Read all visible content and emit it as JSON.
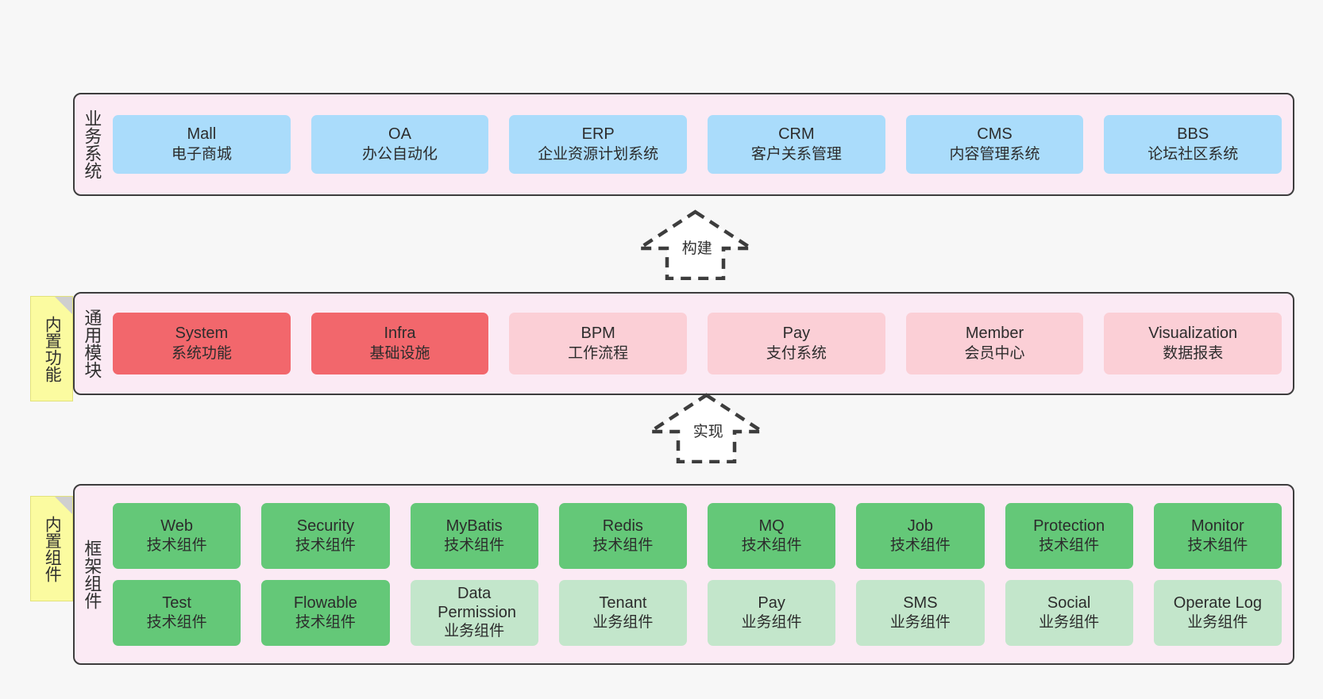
{
  "diagram": {
    "title": "",
    "colors": {
      "canvas_bg": "#f7f7f7",
      "layer_bg": "#fbeaf4",
      "layer_border": "#3d3d3d",
      "blue": "#aadcfb",
      "red": "#f2676c",
      "pink": "#fbcfd6",
      "green": "#64c878",
      "light_green": "#c3e6cb",
      "sticky_yellow": "#fbfba0",
      "sticky_fold": "#cfcfcf"
    }
  },
  "layers": [
    {
      "key": "business",
      "label": "业务系统",
      "sticky": null,
      "rows": [
        {
          "cards": [
            {
              "t1": "Mall",
              "t2": "电子商城",
              "style": "c-blue"
            },
            {
              "t1": "OA",
              "t2": "办公自动化",
              "style": "c-blue"
            },
            {
              "t1": "ERP",
              "t2": "企业资源计划系统",
              "style": "c-blue"
            },
            {
              "t1": "CRM",
              "t2": "客户关系管理",
              "style": "c-blue"
            },
            {
              "t1": "CMS",
              "t2": "内容管理系统",
              "style": "c-blue"
            },
            {
              "t1": "BBS",
              "t2": "论坛社区系统",
              "style": "c-blue"
            }
          ]
        }
      ]
    },
    {
      "key": "common",
      "label": "通用模块",
      "sticky": "内置功能",
      "rows": [
        {
          "cards": [
            {
              "t1": "System",
              "t2": "系统功能",
              "style": "c-red"
            },
            {
              "t1": "Infra",
              "t2": "基础设施",
              "style": "c-red"
            },
            {
              "t1": "BPM",
              "t2": "工作流程",
              "style": "c-pink"
            },
            {
              "t1": "Pay",
              "t2": "支付系统",
              "style": "c-pink"
            },
            {
              "t1": "Member",
              "t2": "会员中心",
              "style": "c-pink"
            },
            {
              "t1": "Visualization",
              "t2": "数据报表",
              "style": "c-pink"
            }
          ]
        }
      ]
    },
    {
      "key": "framework",
      "label": "框架组件",
      "sticky": "内置组件",
      "rows": [
        {
          "cards": [
            {
              "t1": "Web",
              "t2": "技术组件",
              "style": "c-green"
            },
            {
              "t1": "Security",
              "t2": "技术组件",
              "style": "c-green"
            },
            {
              "t1": "MyBatis",
              "t2": "技术组件",
              "style": "c-green"
            },
            {
              "t1": "Redis",
              "t2": "技术组件",
              "style": "c-green"
            },
            {
              "t1": "MQ",
              "t2": "技术组件",
              "style": "c-green"
            },
            {
              "t1": "Job",
              "t2": "技术组件",
              "style": "c-green"
            },
            {
              "t1": "Protection",
              "t2": "技术组件",
              "style": "c-green"
            },
            {
              "t1": "Monitor",
              "t2": "技术组件",
              "style": "c-green"
            }
          ]
        },
        {
          "cards": [
            {
              "t1": "Test",
              "t2": "技术组件",
              "style": "c-green"
            },
            {
              "t1": "Flowable",
              "t2": "技术组件",
              "style": "c-green"
            },
            {
              "t1": "Data Permission",
              "t2": "业务组件",
              "style": "c-lightgreen"
            },
            {
              "t1": "Tenant",
              "t2": "业务组件",
              "style": "c-lightgreen"
            },
            {
              "t1": "Pay",
              "t2": "业务组件",
              "style": "c-lightgreen"
            },
            {
              "t1": "SMS",
              "t2": "业务组件",
              "style": "c-lightgreen"
            },
            {
              "t1": "Social",
              "t2": "业务组件",
              "style": "c-lightgreen"
            },
            {
              "t1": "Operate Log",
              "t2": "业务组件",
              "style": "c-lightgreen"
            }
          ]
        }
      ]
    }
  ],
  "connectors": [
    {
      "key": "build",
      "label": "构建",
      "direction": "up"
    },
    {
      "key": "implement",
      "label": "实现",
      "direction": "up"
    }
  ]
}
